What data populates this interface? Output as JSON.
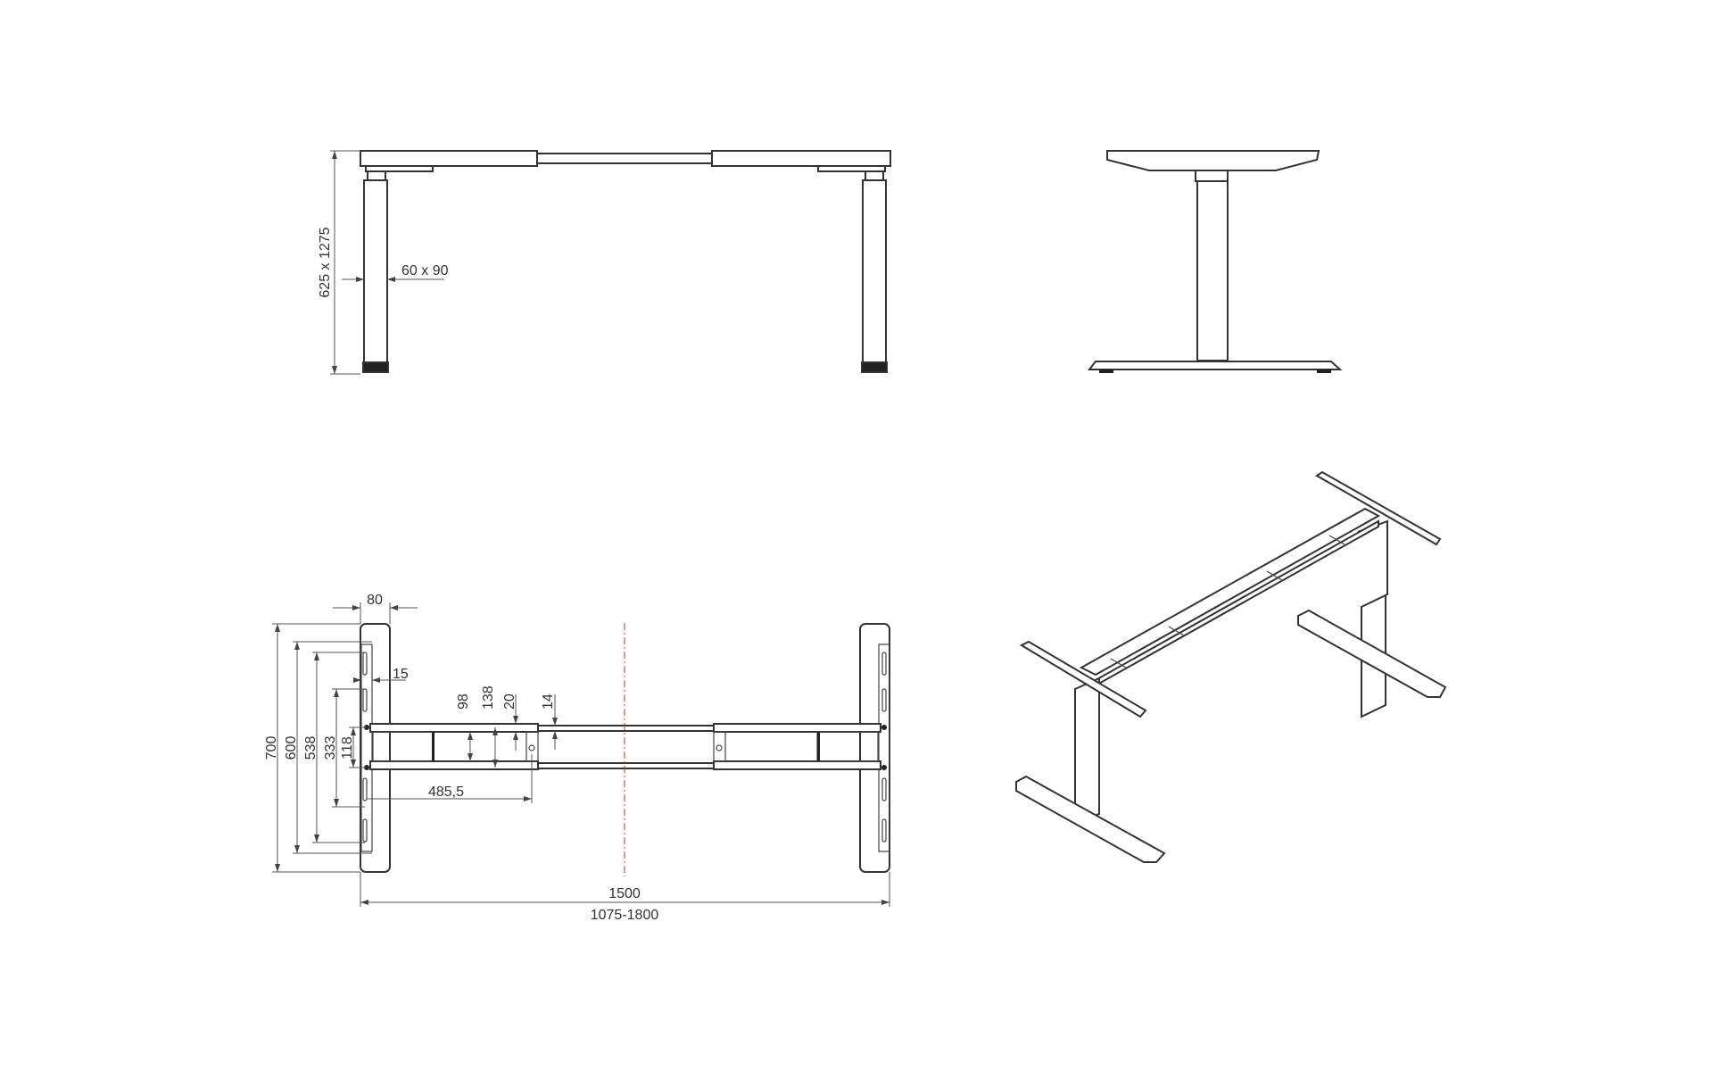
{
  "front_view": {
    "height_label": "625 x 1275",
    "leg_label": "60 x 90"
  },
  "top_view": {
    "foot_width": "80",
    "slot_offset": "15",
    "dims_vertical": [
      "700",
      "600",
      "538",
      "333",
      "118"
    ],
    "dims_beam": [
      "98",
      "138",
      "20",
      "14"
    ],
    "offset": "485,5",
    "width": "1500",
    "width_range": "1075-1800"
  },
  "colors": {
    "line": "#333333",
    "centerline": "#c0392b"
  }
}
